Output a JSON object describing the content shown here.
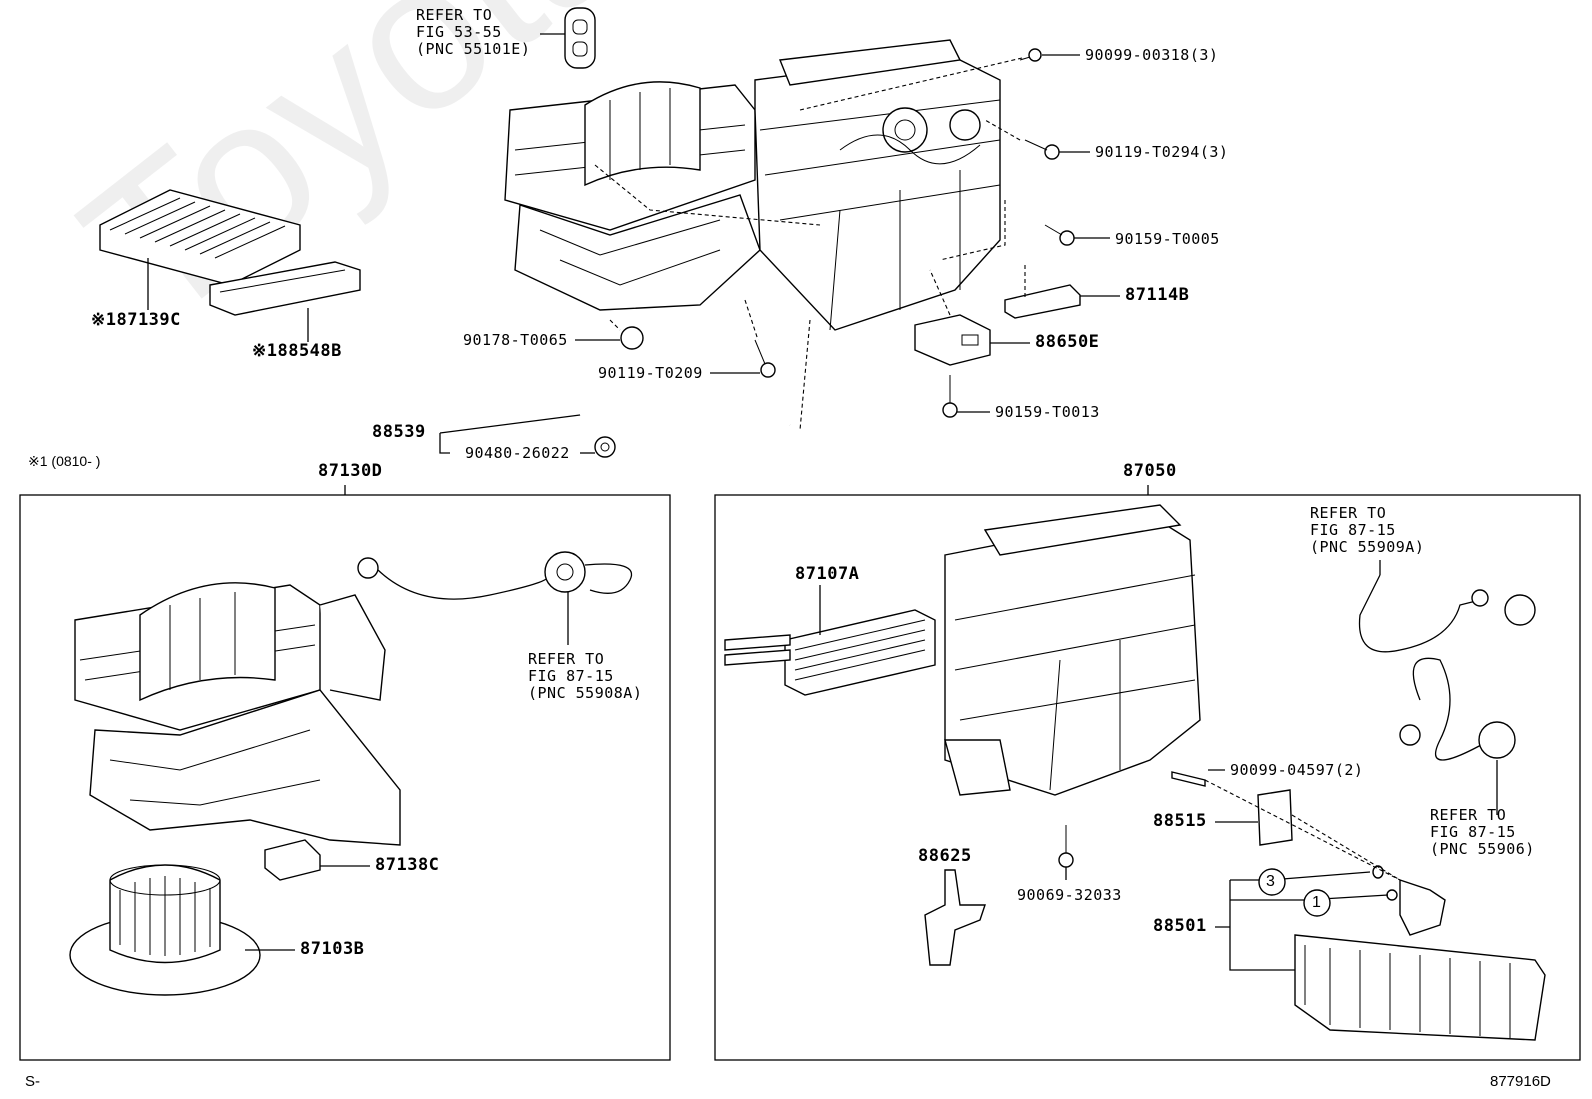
{
  "watermark": "ToyotaCarMine.ru",
  "footer": {
    "left": "S-",
    "right": "877916D"
  },
  "notes": {
    "date_range": "※1 (0810-    )"
  },
  "groups": {
    "left_box": "87130D",
    "right_box": "87050"
  },
  "refs": {
    "top": [
      "REFER TO",
      "FIG 53-55",
      "(PNC 55101E)"
    ],
    "left_box": [
      "REFER TO",
      "FIG 87-15",
      "(PNC 55908A)"
    ],
    "right_box_top": [
      "REFER TO",
      "FIG 87-15",
      "(PNC 55909A)"
    ],
    "right_box_bottom": [
      "REFER TO",
      "FIG 87-15",
      "(PNC 55906)"
    ]
  },
  "parts": {
    "p_90099_00318": "90099-00318(3)",
    "p_90119_T0294": "90119-T0294(3)",
    "p_90159_T0005": "90159-T0005",
    "p_87114B": "87114B",
    "p_88650E": "88650E",
    "p_90159_T0013": "90159-T0013",
    "p_87139C": "※187139C",
    "p_88548B": "※188548B",
    "p_90178_T0065": "90178-T0065",
    "p_90119_T0209": "90119-T0209",
    "p_88539": "88539",
    "p_90480_26022": "90480-26022",
    "p_87138C": "87138C",
    "p_87103B": "87103B",
    "p_87107A": "87107A",
    "p_90099_04597": "90099-04597(2)",
    "p_88515": "88515",
    "p_88625": "88625",
    "p_90069_32033": "90069-32033",
    "p_88501": "88501"
  },
  "circles": {
    "c3": "3",
    "c1": "1"
  }
}
